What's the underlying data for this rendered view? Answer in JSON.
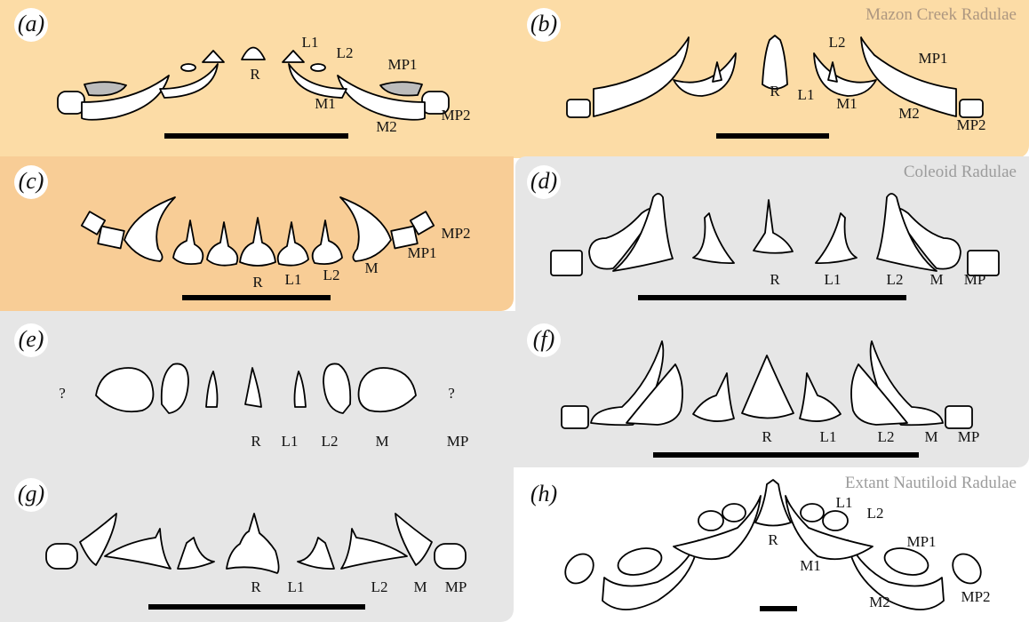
{
  "titles": {
    "mazon": "Mazon Creek Radulae",
    "coleoid": "Coleoid Radulae",
    "nautiloid": "Extant Nautiloid Radulae"
  },
  "panels": {
    "a": {
      "label": "(a)",
      "teeth": {
        "L1": "L1",
        "L2": "L2",
        "R": "R",
        "MP1": "MP1",
        "M1": "M1",
        "M2": "M2",
        "MP2": "MP2"
      }
    },
    "b": {
      "label": "(b)",
      "teeth": {
        "R": "R",
        "L1": "L1",
        "L2": "L2",
        "M1": "M1",
        "MP1": "MP1",
        "M2": "M2",
        "MP2": "MP2"
      }
    },
    "c": {
      "label": "(c)",
      "teeth": {
        "R": "R",
        "L1": "L1",
        "L2": "L2",
        "M": "M",
        "MP1": "MP1",
        "MP2": "MP2"
      }
    },
    "d": {
      "label": "(d)",
      "teeth": {
        "R": "R",
        "L1": "L1",
        "L2": "L2",
        "M": "M",
        "MP": "MP"
      }
    },
    "e": {
      "label": "(e)",
      "unknown": "?",
      "teeth": {
        "R": "R",
        "L1": "L1",
        "L2": "L2",
        "M": "M",
        "MP": "MP"
      }
    },
    "f": {
      "label": "(f)",
      "teeth": {
        "R": "R",
        "L1": "L1",
        "L2": "L2",
        "M": "M",
        "MP": "MP"
      }
    },
    "g": {
      "label": "(g)",
      "teeth": {
        "R": "R",
        "L1": "L1",
        "L2": "L2",
        "M": "M",
        "MP": "MP"
      }
    },
    "h": {
      "label": "(h)",
      "teeth": {
        "R": "R",
        "L1": "L1",
        "L2": "L2",
        "M1": "M1",
        "MP1": "MP1",
        "M2": "M2",
        "MP2": "MP2"
      }
    }
  },
  "colors": {
    "mazon": "#fcdca6",
    "mazon_c": "#f8cd96",
    "coleoid": "#e6e6e6",
    "tooth": "#ffffff",
    "marginal_plate": "#bcbcbc"
  }
}
